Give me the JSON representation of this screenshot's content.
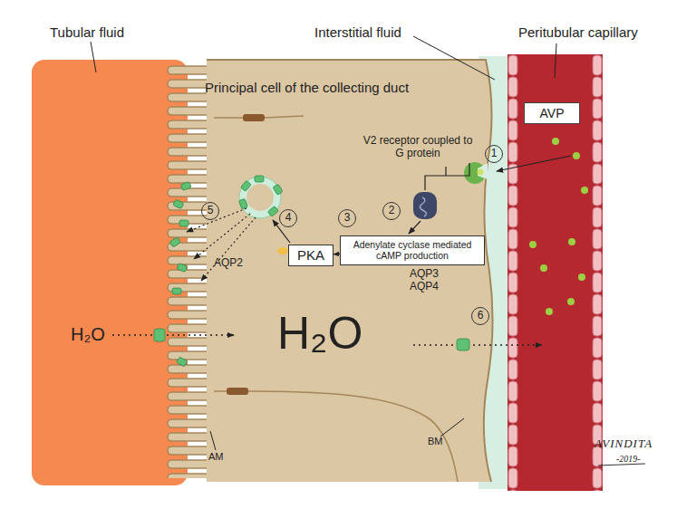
{
  "diagram": {
    "nodes": [
      {
        "text": [
          "Principal cell of the collecting duct"
        ]
      },
      {
        "text": [
          "AVP"
        ]
      },
      {
        "text": [
          "Adenylate cyclase mediated cAMP production"
        ],
        "in": 0
      },
      {
        "text": [
          "PKA"
        ],
        "in": 0
      }
    ],
    "edges": [
      {
        "from": 2,
        "to": 3,
        "arrow": "to"
      }
    ],
    "labels": [
      "Tubular fluid",
      "Interstitial fluid",
      "Peritubular capillary",
      "V2 receptor coupled to G protein",
      "1",
      "2",
      "3",
      "4",
      "5",
      "AQP2",
      "H₂O",
      "H₂O",
      "AQP3 AQP4",
      "6",
      "AM",
      "BM",
      "AVINDITA",
      "-2019-"
    ]
  }
}
